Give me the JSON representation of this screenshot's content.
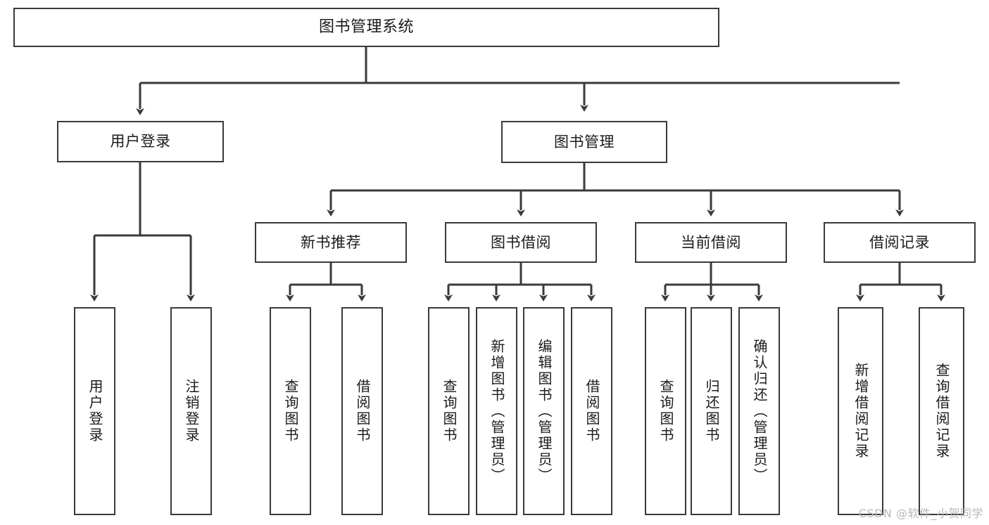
{
  "diagram": {
    "title": "图书管理系统",
    "root": {
      "id": "root",
      "label": "图书管理系统"
    },
    "level2": [
      {
        "id": "user-login",
        "label": "用户登录"
      },
      {
        "id": "book-manage",
        "label": "图书管理"
      }
    ],
    "level3": [
      {
        "id": "new-book-recommend",
        "label": "新书推荐"
      },
      {
        "id": "book-borrow",
        "label": "图书借阅"
      },
      {
        "id": "current-borrow",
        "label": "当前借阅"
      },
      {
        "id": "borrow-record",
        "label": "借阅记录"
      }
    ],
    "leaves": {
      "user_login": [
        {
          "id": "leaf-user-login",
          "label": "用户登录"
        },
        {
          "id": "leaf-logout-login",
          "label": "注销登录"
        }
      ],
      "new_book_recommend": [
        {
          "id": "leaf-query-book-1",
          "label": "查询图书"
        },
        {
          "id": "leaf-borrow-book-1",
          "label": "借阅图书"
        }
      ],
      "book_borrow": [
        {
          "id": "leaf-query-book-2",
          "label": "查询图书"
        },
        {
          "id": "leaf-add-book-admin",
          "label": "新增图书（管理员）"
        },
        {
          "id": "leaf-edit-book-admin",
          "label": "编辑图书（管理员）"
        },
        {
          "id": "leaf-borrow-book-2",
          "label": "借阅图书"
        }
      ],
      "current_borrow": [
        {
          "id": "leaf-query-book-3",
          "label": "查询图书"
        },
        {
          "id": "leaf-return-book",
          "label": "归还图书"
        },
        {
          "id": "leaf-confirm-return-admin",
          "label": "确认归还（管理员）"
        }
      ],
      "borrow_record": [
        {
          "id": "leaf-add-borrow-record",
          "label": "新增借阅记录"
        },
        {
          "id": "leaf-query-borrow-record",
          "label": "查询借阅记录"
        }
      ]
    }
  },
  "watermark": {
    "text": "CSDN @软件_小贺同学"
  },
  "colors": {
    "stroke": "#3a3a3a",
    "background": "#ffffff",
    "text": "#1b1b1b",
    "watermark": "#b9b9b9"
  }
}
